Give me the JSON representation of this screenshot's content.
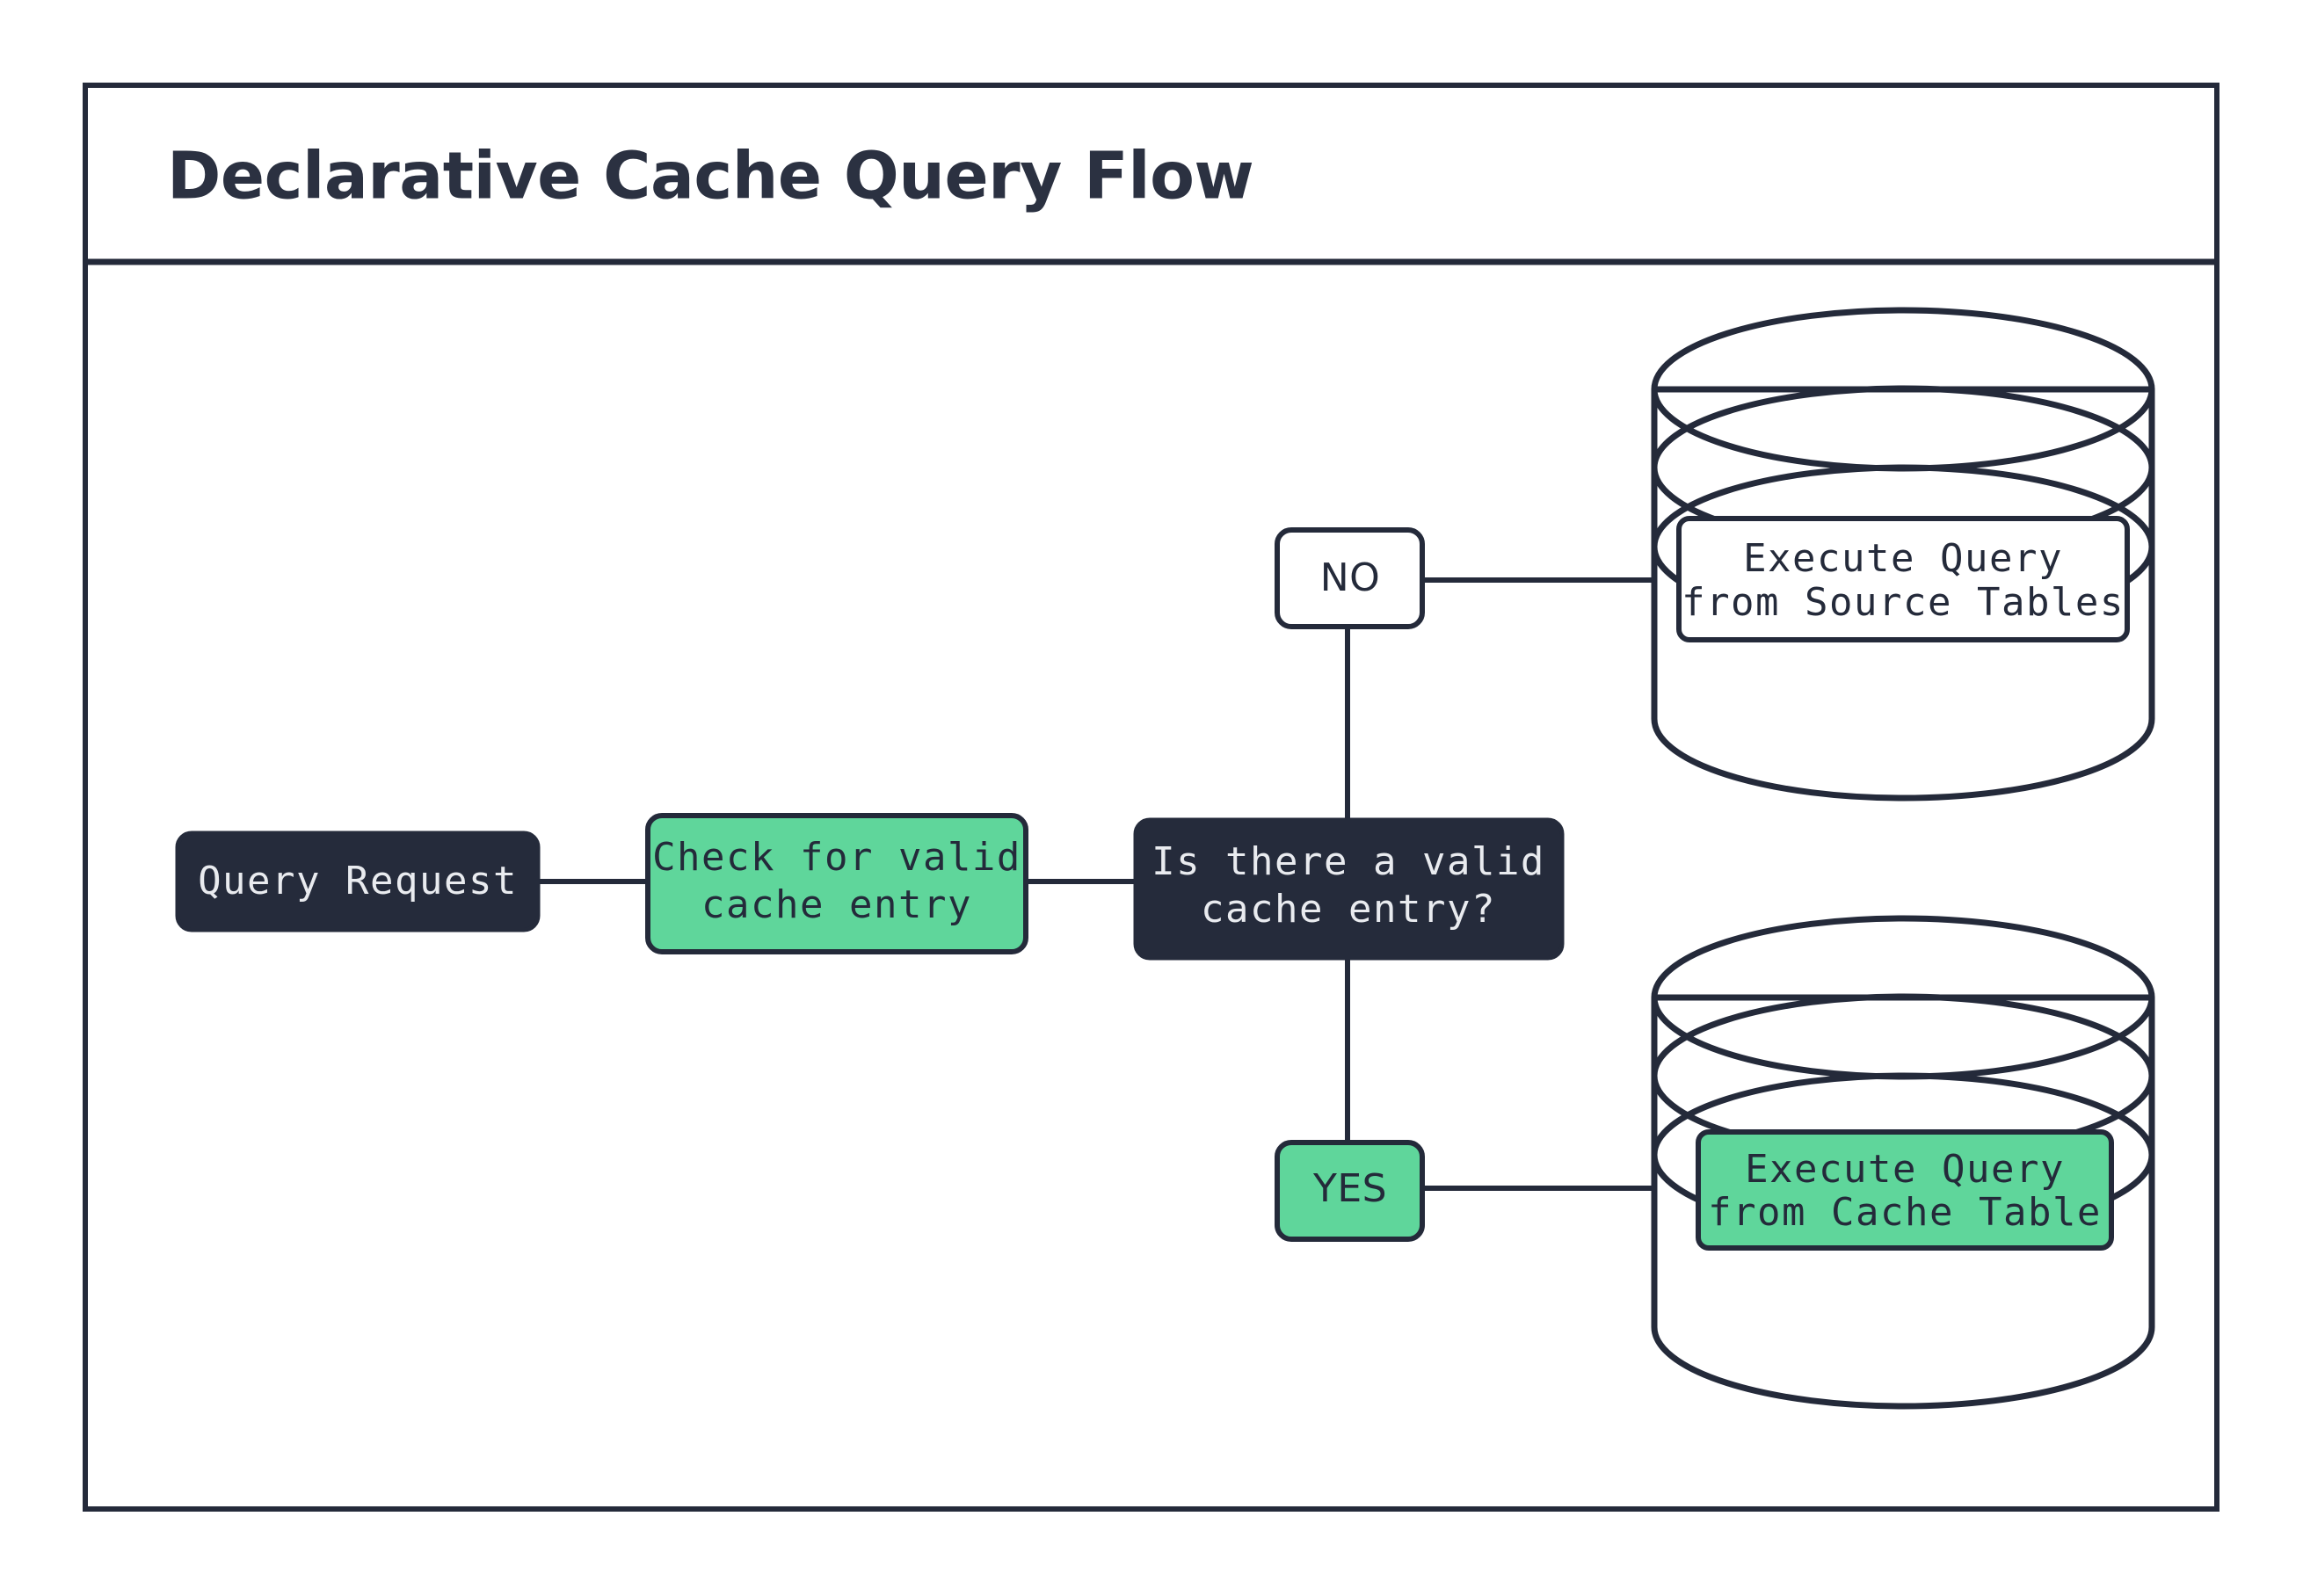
{
  "diagram": {
    "title": "Declarative Cache Query Flow",
    "accent_green": "#5fd69b",
    "dark": "#242a3a",
    "white": "#ffffff",
    "nodes": {
      "query_request": {
        "label": "Query Request",
        "style": "dark"
      },
      "check_cache": {
        "line1": "Check for valid",
        "line2": "cache entry",
        "style": "green"
      },
      "decision": {
        "line1": "Is there a valid",
        "line2": "cache entry?",
        "style": "dark"
      },
      "no_label": {
        "label": "NO",
        "style": "white"
      },
      "yes_label": {
        "label": "YES",
        "style": "green"
      },
      "source_db": {
        "line1": "Execute Query",
        "line2": "from Source Tables",
        "style": "white"
      },
      "cache_db": {
        "line1": "Execute Query",
        "line2": "from Cache Table",
        "style": "green"
      }
    },
    "edges": [
      {
        "from": "query_request",
        "to": "check_cache"
      },
      {
        "from": "check_cache",
        "to": "decision"
      },
      {
        "from": "decision",
        "to": "no_label"
      },
      {
        "from": "no_label",
        "to": "source_db"
      },
      {
        "from": "decision",
        "to": "yes_label"
      },
      {
        "from": "yes_label",
        "to": "cache_db"
      }
    ]
  }
}
